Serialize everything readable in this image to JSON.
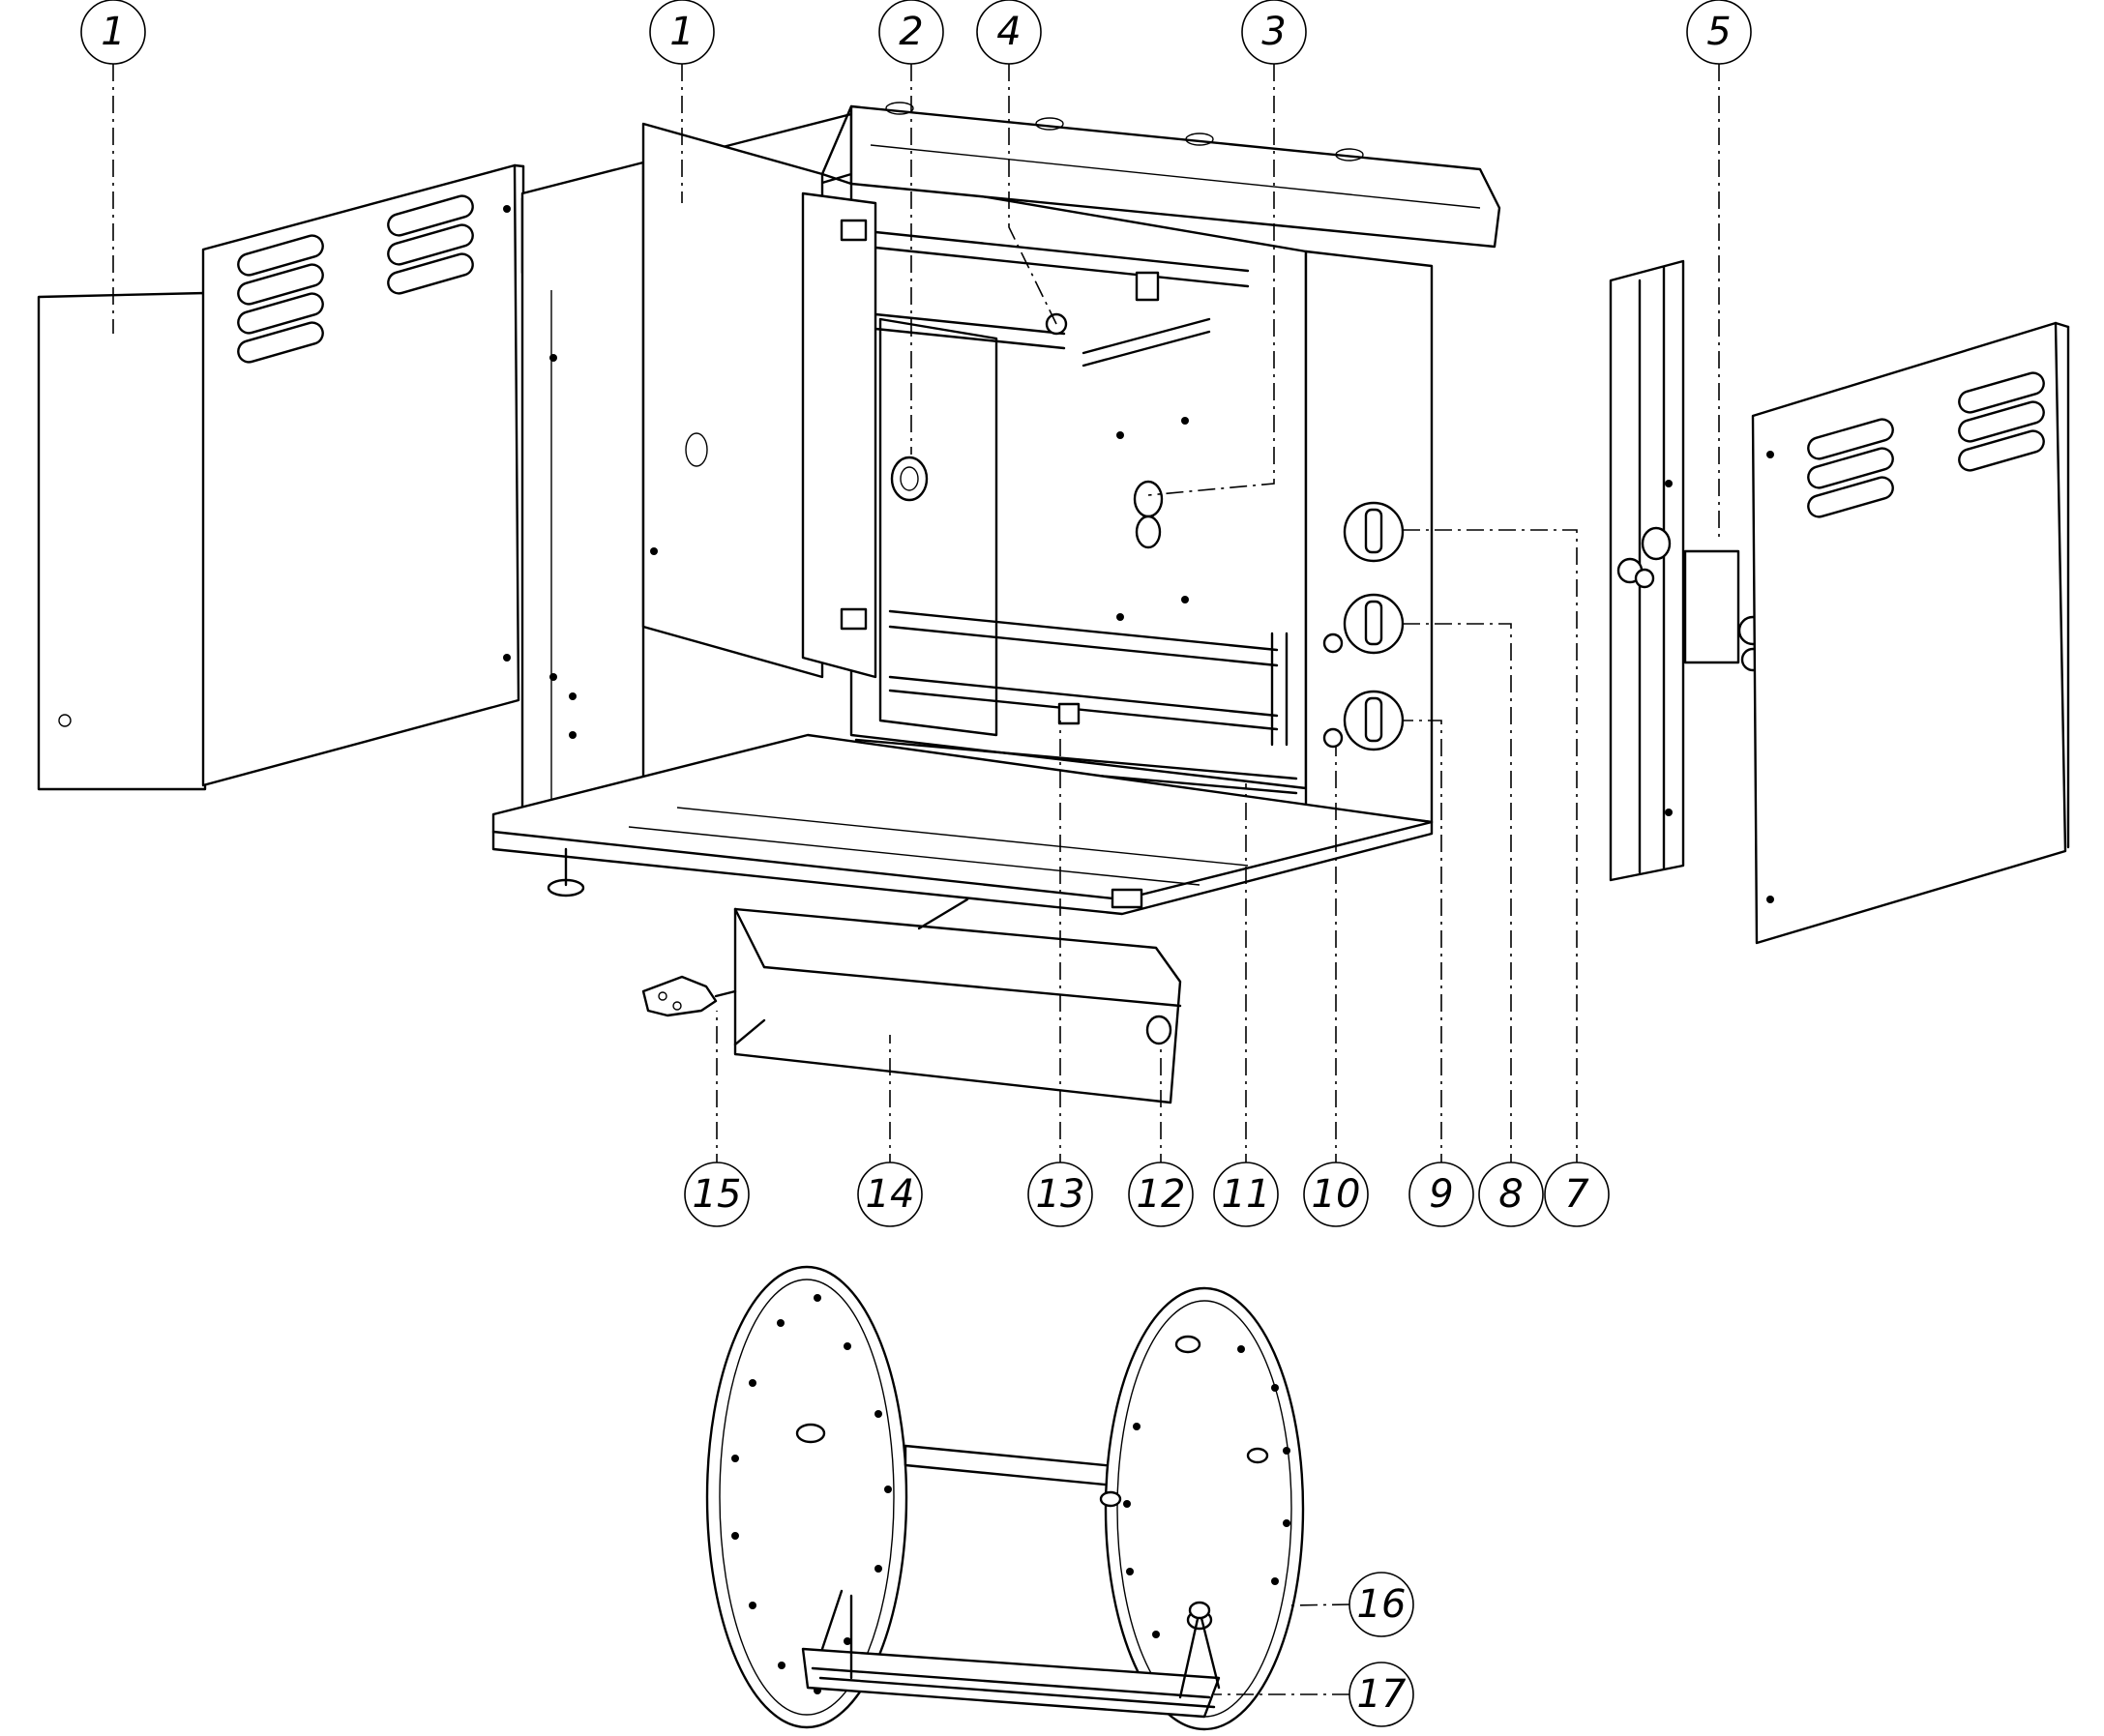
{
  "callouts": [
    {
      "id": "c1a",
      "label": "1"
    },
    {
      "id": "c1b",
      "label": "1"
    },
    {
      "id": "c2",
      "label": "2"
    },
    {
      "id": "c3",
      "label": "3"
    },
    {
      "id": "c4",
      "label": "4"
    },
    {
      "id": "c5",
      "label": "5"
    },
    {
      "id": "c7",
      "label": "7"
    },
    {
      "id": "c8",
      "label": "8"
    },
    {
      "id": "c9",
      "label": "9"
    },
    {
      "id": "c10",
      "label": "10"
    },
    {
      "id": "c11",
      "label": "11"
    },
    {
      "id": "c12",
      "label": "12"
    },
    {
      "id": "c13",
      "label": "13"
    },
    {
      "id": "c14",
      "label": "14"
    },
    {
      "id": "c15",
      "label": "15"
    },
    {
      "id": "c16",
      "label": "16"
    },
    {
      "id": "c17",
      "label": "17"
    }
  ]
}
